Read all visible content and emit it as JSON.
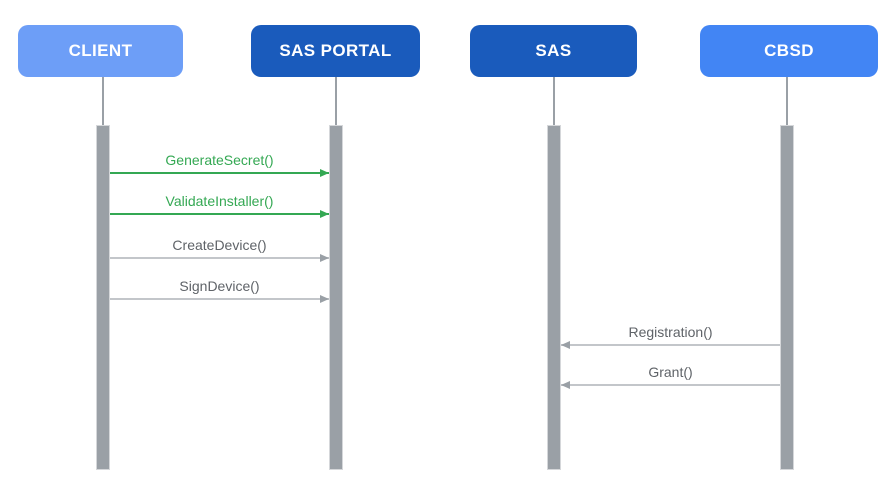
{
  "diagram_type": "sequence-diagram",
  "actors": [
    {
      "id": "client",
      "label": "CLIENT",
      "fill": "#6D9EF7",
      "text_color": "#FFFFFF"
    },
    {
      "id": "sas-portal",
      "label": "SAS PORTAL",
      "fill": "#1A5BBC",
      "text_color": "#FFFFFF"
    },
    {
      "id": "sas",
      "label": "SAS",
      "fill": "#1A5BBC",
      "text_color": "#FFFFFF"
    },
    {
      "id": "cbsd",
      "label": "CBSD",
      "fill": "#4285F4",
      "text_color": "#FFFFFF"
    }
  ],
  "messages": [
    {
      "label": "GenerateSecret()",
      "from": "CLIENT",
      "to": "SAS PORTAL",
      "direction": "right",
      "color": "#34A853"
    },
    {
      "label": "ValidateInstaller()",
      "from": "CLIENT",
      "to": "SAS PORTAL",
      "direction": "right",
      "color": "#34A853"
    },
    {
      "label": "CreateDevice()",
      "from": "CLIENT",
      "to": "SAS PORTAL",
      "direction": "right",
      "color": "#5F6368"
    },
    {
      "label": "SignDevice()",
      "from": "CLIENT",
      "to": "SAS PORTAL",
      "direction": "right",
      "color": "#5F6368"
    },
    {
      "label": "Registration()",
      "from": "CBSD",
      "to": "SAS",
      "direction": "left",
      "color": "#5F6368"
    },
    {
      "label": "Grant()",
      "from": "CBSD",
      "to": "SAS",
      "direction": "left",
      "color": "#5F6368"
    }
  ],
  "colors": {
    "background": "#FFFFFF",
    "actor_light_blue": "#6D9EF7",
    "actor_dark_blue": "#1A5BBC",
    "actor_medium_blue": "#4285F4",
    "lifeline_bar": "#9AA0A6",
    "green_message": "#34A853",
    "gray_message_text": "#5F6368",
    "gray_message_line": "#C3C6CA"
  }
}
